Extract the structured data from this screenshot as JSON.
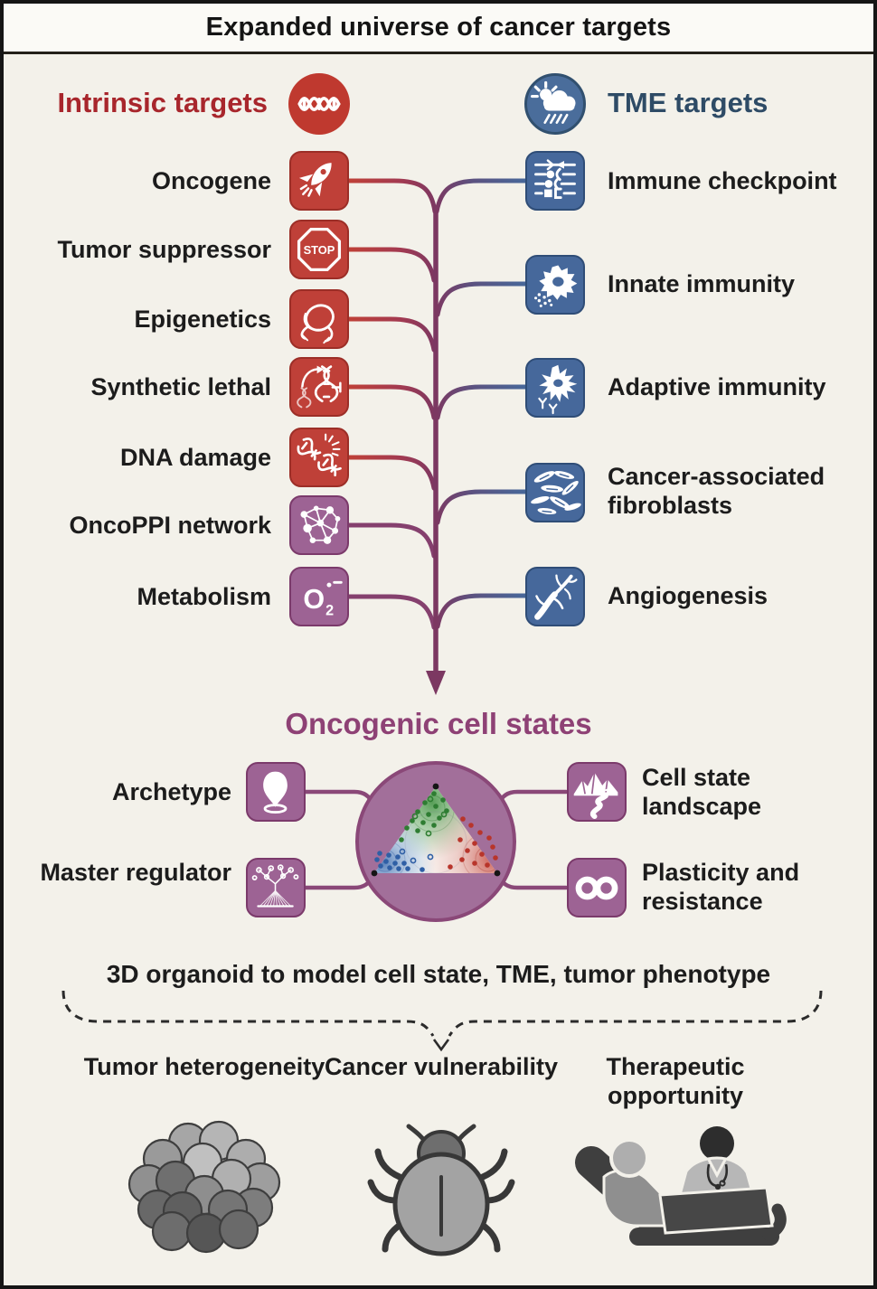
{
  "title": "Expanded universe of cancer targets",
  "intrinsic": {
    "heading": "Intrinsic targets",
    "items": [
      {
        "label": "Oncogene",
        "icon": "rocket-icon"
      },
      {
        "label": "Tumor suppressor",
        "icon": "stop-sign-icon"
      },
      {
        "label": "Epigenetics",
        "icon": "nucleosome-icon"
      },
      {
        "label": "Synthetic lethal",
        "icon": "dna-arrow-icon"
      },
      {
        "label": "DNA damage",
        "icon": "broken-dna-icon"
      },
      {
        "label": "OncoPPI network",
        "icon": "network-icon"
      },
      {
        "label": "Metabolism",
        "icon": "superoxide-icon"
      }
    ],
    "stop_text": "STOP",
    "o2": {
      "symbol": "O",
      "subscript": "2"
    }
  },
  "tme": {
    "heading": "TME targets",
    "items": [
      {
        "label": "Immune checkpoint",
        "icon": "checkpoint-sliders-icon"
      },
      {
        "label": "Innate immunity",
        "icon": "macrophage-icon"
      },
      {
        "label": "Adaptive immunity",
        "icon": "dendritic-cell-icon"
      },
      {
        "label": "Cancer-associated fibroblasts",
        "icon": "fibroblasts-icon"
      },
      {
        "label": "Angiogenesis",
        "icon": "vessels-icon"
      }
    ]
  },
  "cell_states": {
    "heading": "Oncogenic cell states",
    "items": [
      {
        "label": "Archetype",
        "icon": "pin-icon"
      },
      {
        "label": "Master regulator",
        "icon": "regulator-network-icon"
      },
      {
        "label": "Cell state landscape",
        "icon": "mountain-path-icon"
      },
      {
        "label": "Plasticity and resistance",
        "icon": "infinity-icon"
      }
    ]
  },
  "organoid_caption": "3D organoid to model cell state, TME, tumor phenotype",
  "outcomes": [
    {
      "label": "Tumor heterogeneity",
      "icon": "cell-cluster-icon"
    },
    {
      "label": "Cancer vulnerability",
      "icon": "beetle-icon"
    },
    {
      "label": "Therapeutic opportunity",
      "icon": "clinic-chair-icon"
    }
  ],
  "colors": {
    "background": "#f3f1ea",
    "intrinsic_red": "#a8262c",
    "icon_red": "#bf4038",
    "tme_blue": "#2e4b66",
    "icon_blue": "#46689b",
    "state_purple": "#8e4175",
    "icon_purple": "#9d6394",
    "trunk_purple": "#7c3862"
  }
}
